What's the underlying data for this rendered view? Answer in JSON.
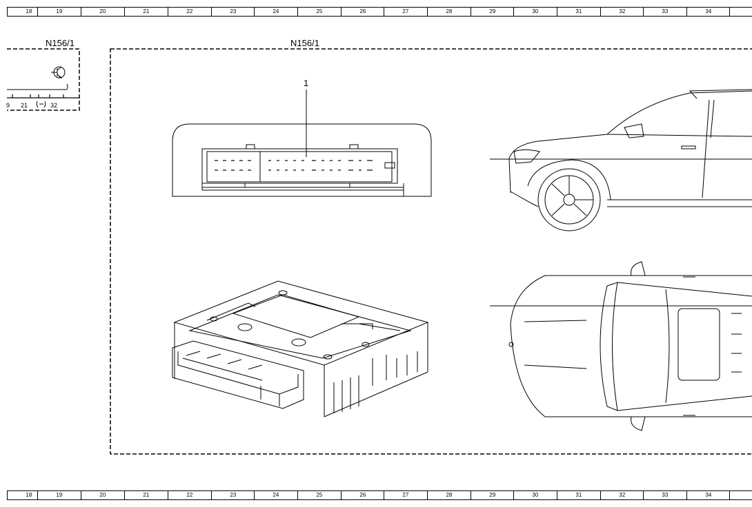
{
  "ruler": {
    "columns": [
      "18",
      "19",
      "20",
      "21",
      "22",
      "23",
      "24",
      "25",
      "26",
      "27",
      "28",
      "29",
      "30",
      "31",
      "32",
      "33",
      "34",
      ""
    ]
  },
  "left_box": {
    "title": "N156/1",
    "pins": {
      "a": "9",
      "b": "21",
      "c": "32"
    }
  },
  "main_box": {
    "title": "N156/1",
    "callout": "1"
  }
}
